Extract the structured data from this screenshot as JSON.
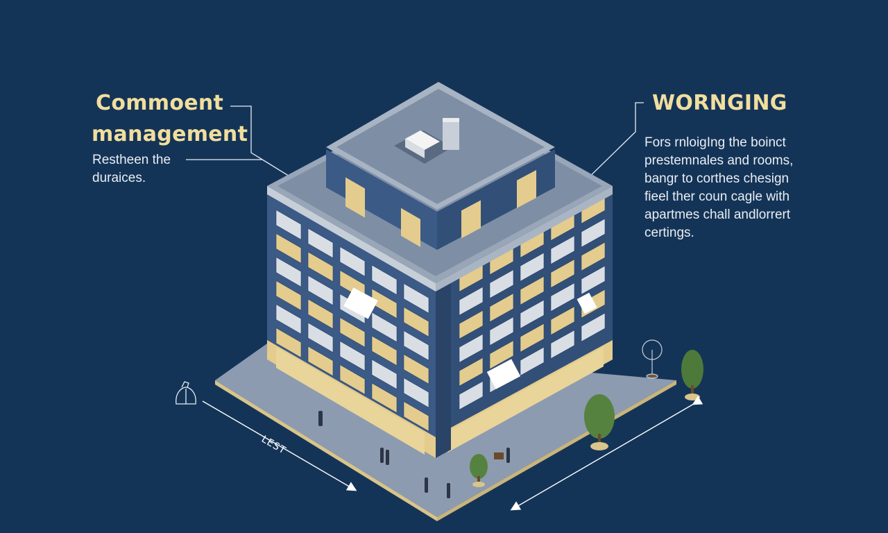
{
  "left_callout": {
    "title_line1": "Commoent",
    "title_line2": "management",
    "text_line1": "Restheen the",
    "text_line2": "duraices."
  },
  "right_callout": {
    "title": "WORNGING",
    "lines": [
      "Fors rnloigIng the boinct",
      "prestemnales and rooms,",
      "bangr to corthes chesign",
      "fieel ther coun cagle with",
      "apartmes chall andlorrert",
      "certings."
    ]
  },
  "dimension_label": "LEST",
  "colors": {
    "background": "#143457",
    "title": "#f1de9e",
    "body_text": "#e9eef4",
    "facade_blue": "#3c5a86",
    "facade_beige": "#e3cc8e",
    "roof": "#7e8fa5",
    "plaza": "#8c9bb0"
  }
}
